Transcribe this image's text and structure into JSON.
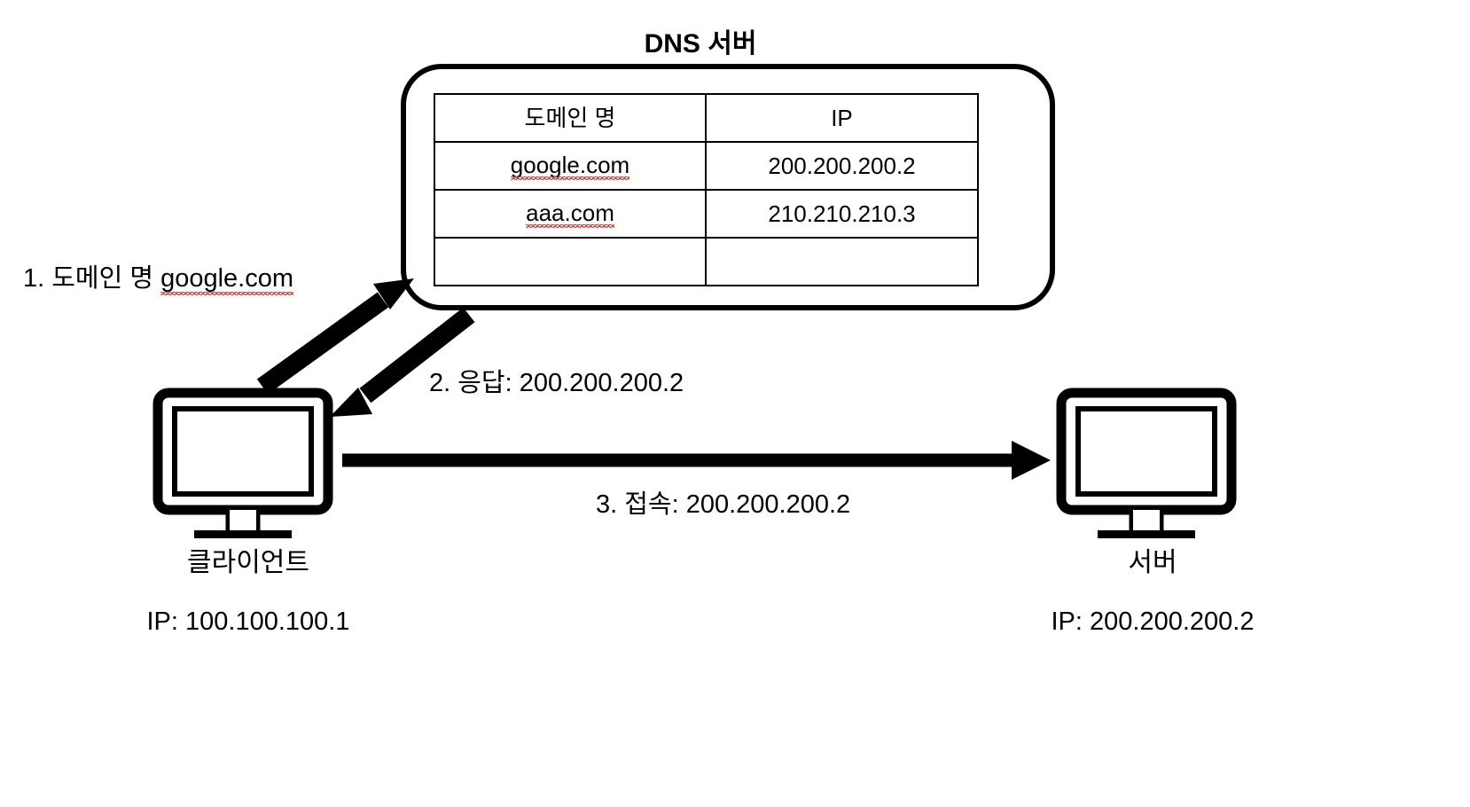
{
  "diagram": {
    "title": "DNS 서버",
    "background_color": "#ffffff",
    "stroke_color": "#000000",
    "spellcheck_underline_color": "#e03b32"
  },
  "dns_table": {
    "columns": [
      "도메인 명",
      "IP"
    ],
    "rows": [
      {
        "domain": "google.com",
        "ip": "200.200.200.2",
        "misspelled": true
      },
      {
        "domain": "aaa.com",
        "ip": "210.210.210.3",
        "misspelled": true
      },
      {
        "domain": "",
        "ip": "",
        "misspelled": false
      }
    ]
  },
  "steps": [
    {
      "id": "step-1",
      "text": "1. 도메인 명 google.com",
      "prefix": "1. 도메인 명 ",
      "value": "google.com",
      "misspelled": true
    },
    {
      "id": "step-2",
      "text": "2. 응답: 200.200.200.2"
    },
    {
      "id": "step-3",
      "text": "3. 접속: 200.200.200.2"
    }
  ],
  "nodes": {
    "client": {
      "name": "클라이언트",
      "ip_label": "IP: 100.100.100.1",
      "icon": "monitor-icon"
    },
    "server": {
      "name": "서버",
      "ip_label": "IP:  200.200.200.2",
      "icon": "monitor-icon"
    },
    "dns_server": {
      "name": "DNS 서버",
      "icon": "rounded-box"
    }
  },
  "arrows": [
    {
      "name": "arrow-client-to-dns",
      "direction": "up-right",
      "label_ref": "step-1"
    },
    {
      "name": "arrow-dns-to-client",
      "direction": "down-left",
      "label_ref": "step-2"
    },
    {
      "name": "arrow-client-to-server",
      "direction": "right",
      "label_ref": "step-3"
    }
  ]
}
